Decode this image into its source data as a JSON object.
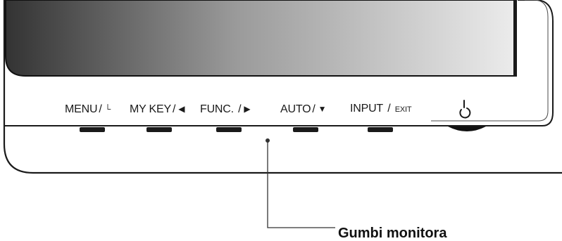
{
  "buttons": [
    {
      "name": "menu",
      "label": "MENU",
      "sep": "/",
      "glyph": "└",
      "glyph_name": "return-icon"
    },
    {
      "name": "my-key",
      "label": "MY KEY",
      "sep": "/",
      "glyph": "◀",
      "glyph_name": "left-arrow-icon"
    },
    {
      "name": "func",
      "label": "FUNC.",
      "sep": " /",
      "glyph": "▶",
      "glyph_name": "right-arrow-icon"
    },
    {
      "name": "auto",
      "label": "AUTO",
      "sep": "/",
      "glyph": "▼",
      "glyph_name": "down-arrow-icon"
    },
    {
      "name": "input",
      "label": "INPUT",
      "sep": " / ",
      "suffix": "EXIT"
    }
  ],
  "power_icon": "power-icon",
  "callout_label": "Gumbi monitora",
  "colors": {
    "screen_dark": "#3a3a3a",
    "screen_light": "#e9e9e9",
    "bezel_stroke": "#1a1a1a",
    "button_tab": "#1a1a1a"
  }
}
